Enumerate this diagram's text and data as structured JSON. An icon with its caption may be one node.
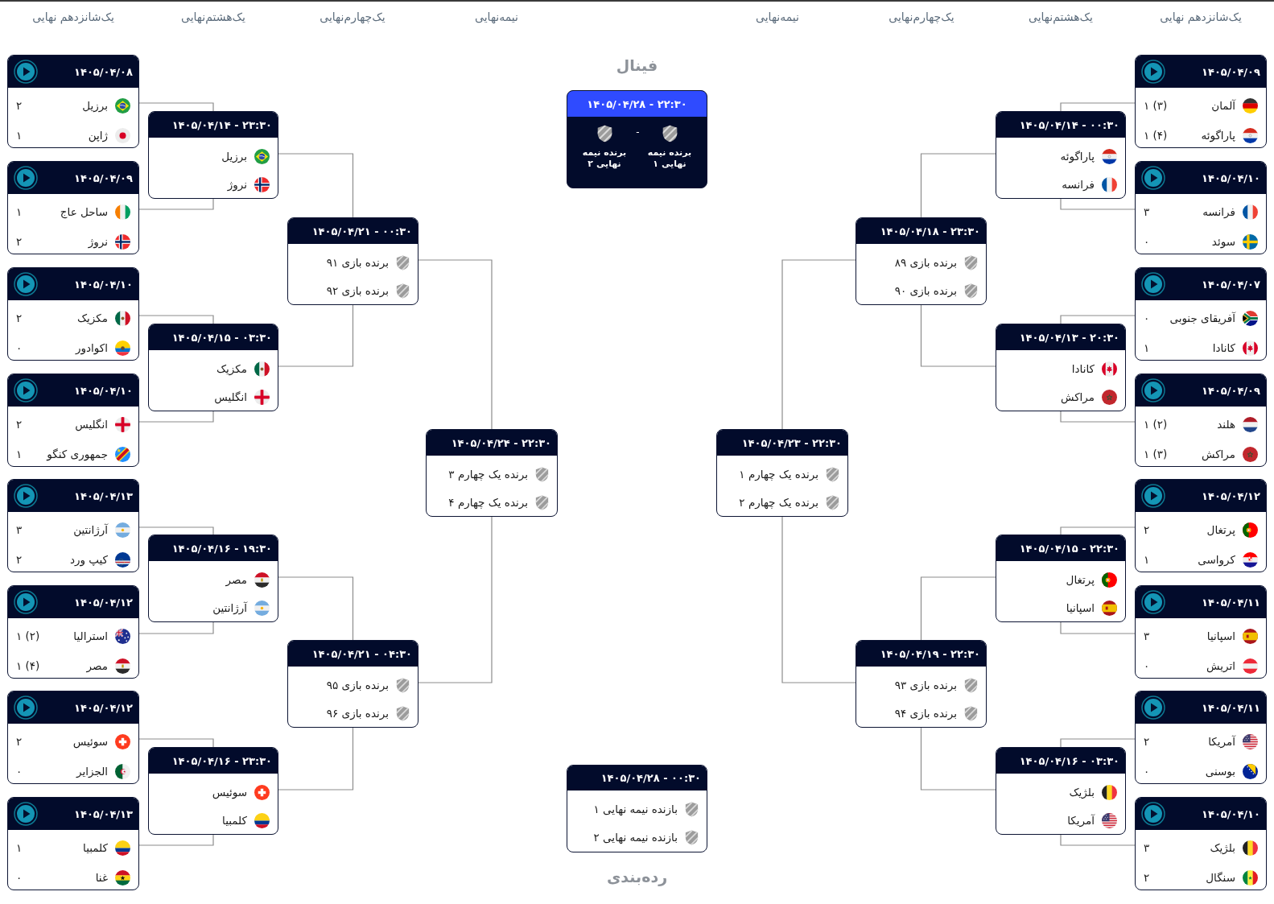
{
  "diagram": {
    "nodes": [
      {
        "text": [
          "۱۴۰۵/۰۴/۰۸",
          "برزیل",
          "۲",
          "ژاپن",
          "۱"
        ]
      },
      {
        "text": [
          "۱۴۰۵/۰۴/۰۹",
          "ساحل عاج",
          "۱",
          "نروژ",
          "۲"
        ]
      },
      {
        "text": [
          "۱۴۰۵/۰۴/۱۰",
          "مکزیک",
          "۲",
          "اکوادور",
          "۰"
        ]
      },
      {
        "text": [
          "۱۴۰۵/۰۴/۱۰",
          "انگلیس",
          "۲",
          "جمهوری کنگو",
          "۱"
        ]
      },
      {
        "text": [
          "۱۴۰۵/۰۴/۱۳",
          "آرژانتین",
          "۳",
          "کیپ ورد",
          "۲"
        ]
      },
      {
        "text": [
          "۱۴۰۵/۰۴/۱۲",
          "استرالیا",
          "۱ (۲)",
          "مصر",
          "۱ (۴)"
        ]
      },
      {
        "text": [
          "۱۴۰۵/۰۴/۱۲",
          "سوئیس",
          "۲",
          "الجزایر",
          "۰"
        ]
      },
      {
        "text": [
          "۱۴۰۵/۰۴/۱۳",
          "کلمبیا",
          "۱",
          "غنا",
          "۰"
        ]
      },
      {
        "text": [
          "۱۴۰۵/۰۴/۱۴ - ۲۳:۳۰",
          "برزیل",
          "نروژ"
        ]
      },
      {
        "text": [
          "۱۴۰۵/۰۴/۱۵ - ۰۳:۳۰",
          "مکزیک",
          "انگلیس"
        ]
      },
      {
        "text": [
          "۱۴۰۵/۰۴/۱۶ - ۱۹:۳۰",
          "مصر",
          "آرژانتین"
        ]
      },
      {
        "text": [
          "۱۴۰۵/۰۴/۱۶ - ۲۳:۳۰",
          "سوئیس",
          "کلمبیا"
        ]
      },
      {
        "text": [
          "۱۴۰۵/۰۴/۲۱ - ۰۰:۳۰",
          "برنده بازی ۹۱",
          "برنده بازی ۹۲"
        ]
      },
      {
        "text": [
          "۱۴۰۵/۰۴/۲۱ - ۰۴:۳۰",
          "برنده بازی ۹۵",
          "برنده بازی ۹۶"
        ]
      },
      {
        "text": [
          "۱۴۰۵/۰۴/۲۴ - ۲۲:۳۰",
          "برنده یک چهارم ۳",
          "برنده یک چهارم ۴"
        ]
      },
      {
        "text": [
          "۱۴۰۵/۰۴/۲۸ - ۲۲:۳۰",
          "برنده نیمه نهایی ۱",
          "-",
          "برنده نیمه نهایی ۲"
        ],
        "beside": [
          "فینال"
        ]
      },
      {
        "text": [
          "۱۴۰۵/۰۴/۲۸ - ۰۰:۳۰",
          "بازنده نیمه نهایی ۱",
          "بازنده نیمه نهایی ۲"
        ],
        "beside": [
          "رده‌بندی"
        ]
      },
      {
        "text": [
          "۱۴۰۵/۰۴/۲۳ - ۲۲:۳۰",
          "برنده یک چهارم ۱",
          "برنده یک چهارم ۲"
        ]
      },
      {
        "text": [
          "۱۴۰۵/۰۴/۱۸ - ۲۳:۳۰",
          "برنده بازی ۸۹",
          "برنده بازی ۹۰"
        ]
      },
      {
        "text": [
          "۱۴۰۵/۰۴/۱۹ - ۲۲:۳۰",
          "برنده بازی ۹۳",
          "برنده بازی ۹۴"
        ]
      },
      {
        "text": [
          "۱۴۰۵/۰۴/۱۴ - ۰۰:۳۰",
          "پاراگوئه",
          "فرانسه"
        ]
      },
      {
        "text": [
          "۱۴۰۵/۰۴/۱۳ - ۲۰:۳۰",
          "کانادا",
          "مراکش"
        ]
      },
      {
        "text": [
          "۱۴۰۵/۰۴/۱۵ - ۲۲:۳۰",
          "پرتغال",
          "اسپانیا"
        ]
      },
      {
        "text": [
          "۱۴۰۵/۰۴/۱۶ - ۰۳:۳۰",
          "بلژیک",
          "آمریکا"
        ]
      },
      {
        "text": [
          "۱۴۰۵/۰۴/۰۹",
          "آلمان",
          "۱ (۳)",
          "پاراگوئه",
          "۱ (۴)"
        ]
      },
      {
        "text": [
          "۱۴۰۵/۰۴/۱۰",
          "فرانسه",
          "۳",
          "سوئد",
          "۰"
        ]
      },
      {
        "text": [
          "۱۴۰۵/۰۴/۰۷",
          "آفریقای جنوبی",
          "۰",
          "کانادا",
          "۱"
        ]
      },
      {
        "text": [
          "۱۴۰۵/۰۴/۰۹",
          "هلند",
          "۱ (۲)",
          "مراکش",
          "۱ (۳)"
        ]
      },
      {
        "text": [
          "۱۴۰۵/۰۴/۱۲",
          "پرتغال",
          "۲",
          "کرواسی",
          "۱"
        ]
      },
      {
        "text": [
          "۱۴۰۵/۰۴/۱۱",
          "اسپانیا",
          "۳",
          "اتریش",
          "۰"
        ]
      },
      {
        "text": [
          "۱۴۰۵/۰۴/۱۱",
          "آمریکا",
          "۲",
          "بوسنی",
          "۰"
        ]
      },
      {
        "text": [
          "۱۴۰۵/۰۴/۱۰",
          "بلژیک",
          "۳",
          "سنگال",
          "۲"
        ]
      }
    ],
    "edges": [
      {
        "from": 0,
        "to": 8,
        "arrow": "none"
      },
      {
        "from": 1,
        "to": 8,
        "arrow": "none"
      },
      {
        "from": 2,
        "to": 9,
        "arrow": "none"
      },
      {
        "from": 3,
        "to": 9,
        "arrow": "none"
      },
      {
        "from": 4,
        "to": 10,
        "arrow": "none"
      },
      {
        "from": 5,
        "to": 10,
        "arrow": "none"
      },
      {
        "from": 6,
        "to": 11,
        "arrow": "none"
      },
      {
        "from": 7,
        "to": 11,
        "arrow": "none"
      },
      {
        "from": 8,
        "to": 12,
        "arrow": "none"
      },
      {
        "from": 9,
        "to": 12,
        "arrow": "none"
      },
      {
        "from": 10,
        "to": 13,
        "arrow": "none"
      },
      {
        "from": 11,
        "to": 13,
        "arrow": "none"
      },
      {
        "from": 12,
        "to": 14,
        "arrow": "none"
      },
      {
        "from": 13,
        "to": 14,
        "arrow": "none"
      },
      {
        "from": 24,
        "to": 20,
        "arrow": "none"
      },
      {
        "from": 25,
        "to": 20,
        "arrow": "none"
      },
      {
        "from": 26,
        "to": 21,
        "arrow": "none"
      },
      {
        "from": 27,
        "to": 21,
        "arrow": "none"
      },
      {
        "from": 28,
        "to": 22,
        "arrow": "none"
      },
      {
        "from": 29,
        "to": 22,
        "arrow": "none"
      },
      {
        "from": 30,
        "to": 23,
        "arrow": "none"
      },
      {
        "from": 31,
        "to": 23,
        "arrow": "none"
      },
      {
        "from": 20,
        "to": 18,
        "arrow": "none"
      },
      {
        "from": 21,
        "to": 18,
        "arrow": "none"
      },
      {
        "from": 22,
        "to": 19,
        "arrow": "none"
      },
      {
        "from": 23,
        "to": 19,
        "arrow": "none"
      },
      {
        "from": 18,
        "to": 17,
        "arrow": "none"
      },
      {
        "from": 19,
        "to": 17,
        "arrow": "none"
      }
    ],
    "labels": [
      "یک‌شانزدهم نهایی",
      "یک‌هشتم‌نهایی",
      "یک‌چهارم‌نهایی",
      "نیمه‌نهایی",
      "نیمه‌نهایی",
      "یک‌چهارم‌نهایی",
      "یک‌هشتم‌نهایی",
      "یک‌شانزدهم نهایی"
    ]
  }
}
